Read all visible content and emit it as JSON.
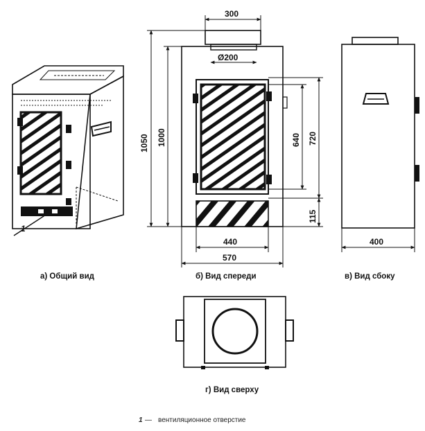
{
  "dimensions": {
    "top_width": "300",
    "duct_diameter": "Ø200",
    "total_height": "1050",
    "body_height": "1000",
    "window_height": "640",
    "window_frame_height": "720",
    "base_height": "115",
    "window_width": "440",
    "body_width": "570",
    "side_depth": "400"
  },
  "captions": {
    "general": "а) Общий вид",
    "front": "б) Вид спереди",
    "side": "в) Вид сбоку",
    "top": "г) Вид сверху"
  },
  "callout_number": "1",
  "legend": {
    "number": "1",
    "separator": "—",
    "text": "вентиляционное отверстие"
  },
  "colors": {
    "ink": "#111111",
    "paper": "#ffffff"
  }
}
